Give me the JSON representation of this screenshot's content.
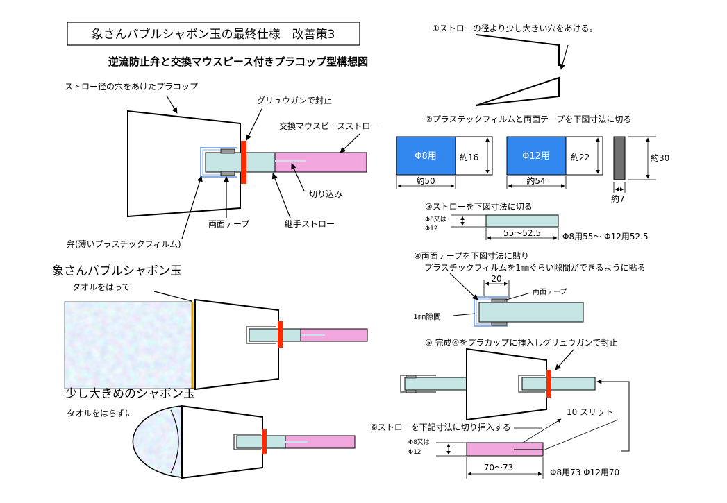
{
  "title": "象さんバブルシャボン玉の最終仕様　改善策3",
  "subtitle": "逆流防止弁と交換マウスピース付きプラコップ型構想図",
  "main_diagram": {
    "cup_label": "ストロー径の穴をあけたプラコップ",
    "glue_label": "グリュウガンで封止",
    "mouthpiece_label": "交換マウスピースストロー",
    "cut_label": "切り込み",
    "tape_label": "両面テープ",
    "joint_label": "継手ストロー",
    "valve_label": "弁(薄いプラスチックフィルム)"
  },
  "elephant": {
    "heading": "象さんバブルシャボン玉",
    "towel_label": "タオルをはって"
  },
  "bigger": {
    "heading": "少し大きめのシャボン玉",
    "towel_label": "タオルをはらずに"
  },
  "steps": {
    "s1": "①ストローの径より少し大きい穴をあける。",
    "s2": "②プラステックフィルムと両面テープを下図寸法に切る",
    "film8": "Φ8用",
    "film12": "Φ12用",
    "dim_16": "約16",
    "dim_22": "約22",
    "dim_30": "約30",
    "dim_50": "約50",
    "dim_54": "約54",
    "dim_7": "約7",
    "s3": "③ストローを下図寸法に切る",
    "s3_dia_a": "Φ8又は",
    "s3_dia_b": "Φ12",
    "s3_len": "55～52.5",
    "s3_note": "Φ8用55～ Φ12用52.5",
    "s4a": "④両面テープを下図寸法に貼り",
    "s4b": "プラスチックフィルムを1㎜ぐらい隙間ができるように貼る",
    "s4_dim": "20",
    "s4_tape": "両面テープ",
    "s4_gap": "1㎜隙間",
    "s5": "⑤  完成④をプラカップに挿入しグリュウガンで封止",
    "s6": "⑥ストローを下記寸法に切り挿入する",
    "s6_slit": "10 スリット",
    "s6_dia_a": "Φ8又は",
    "s6_dia_b": "Φ12",
    "s6_len": "70～73",
    "s6_note": "Φ8用73   Φ12用70"
  },
  "colors": {
    "straw": "#c6e6e6",
    "pink": "#f2a6de",
    "red": "#ff2a00",
    "blue": "#3388f0",
    "film": "#86b0ee",
    "gray": "#707070"
  }
}
